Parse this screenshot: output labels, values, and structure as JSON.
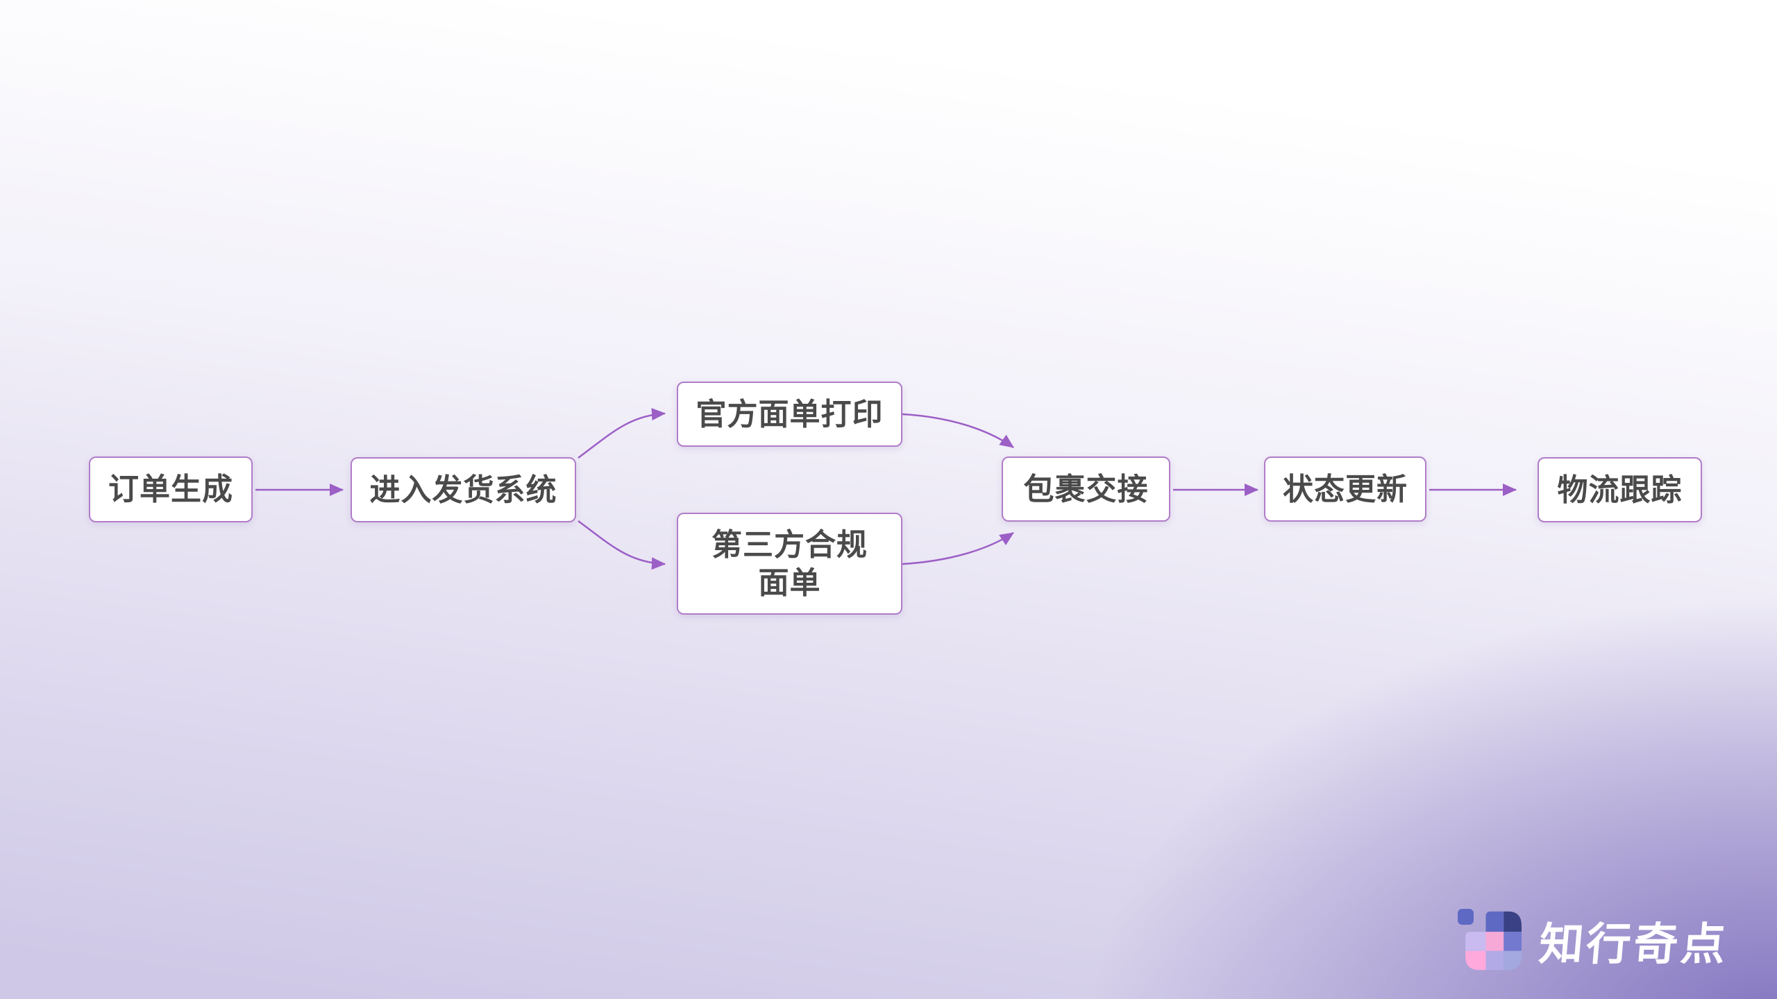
{
  "colors": {
    "connector": "#9c5fc6",
    "node_border": "#b07cc9",
    "node_background": "#ffffff",
    "node_text": "#4a4a4a",
    "background_top": "#ffffff",
    "background_bottom": "#cfc9e7",
    "background_glow": "#7464b8",
    "logo_text_color": "#ffffff"
  },
  "flowchart": {
    "nodes": [
      {
        "label": "订单生成"
      },
      {
        "label": "进入发货系统"
      },
      {
        "label": "官方面单打印"
      },
      {
        "label": "第三方合规面单"
      },
      {
        "label": "包裹交接"
      },
      {
        "label": "状态更新"
      },
      {
        "label": "物流跟踪"
      }
    ],
    "edges": [
      {
        "from": "订单生成",
        "to": "进入发货系统"
      },
      {
        "from": "进入发货系统",
        "to": "官方面单打印"
      },
      {
        "from": "进入发货系统",
        "to": "第三方合规面单"
      },
      {
        "from": "官方面单打印",
        "to": "包裹交接"
      },
      {
        "from": "第三方合规面单",
        "to": "包裹交接"
      },
      {
        "from": "包裹交接",
        "to": "状态更新"
      },
      {
        "from": "状态更新",
        "to": "物流跟踪"
      }
    ]
  },
  "branding": {
    "logo_text": "知行奇点",
    "logo_icon": "pixel-grid-logo-icon",
    "icon_colors": {
      "c0": "#5e69c3",
      "c1": "#3a4184",
      "c2": "#c9baf0",
      "c3": "#f6a9d7",
      "c4": "#7379ce",
      "c5": "#ffa9dd",
      "c6": "#b1aae7",
      "c7": "#a3a9de"
    }
  }
}
